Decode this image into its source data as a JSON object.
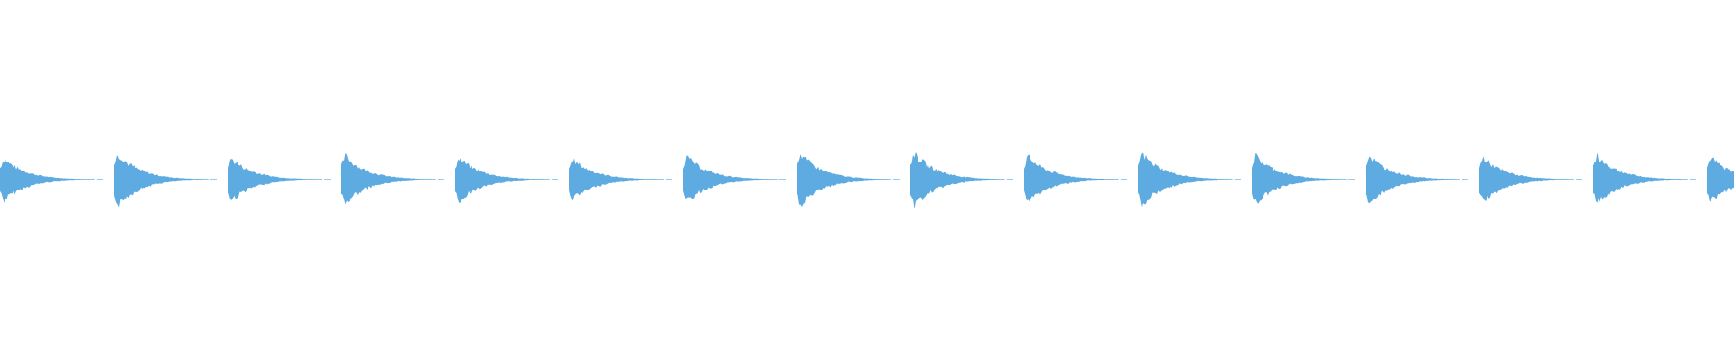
{
  "waveform": {
    "color": "#5dabe0",
    "background": "#ffffff",
    "pulse_count": 16,
    "envelope": "percussive-decay",
    "peak_levels": [
      0.46,
      0.58,
      0.46,
      0.52,
      0.48,
      0.44,
      0.5,
      0.56,
      0.58,
      0.5,
      0.58,
      0.52,
      0.52,
      0.48,
      0.52,
      0.48
    ]
  }
}
